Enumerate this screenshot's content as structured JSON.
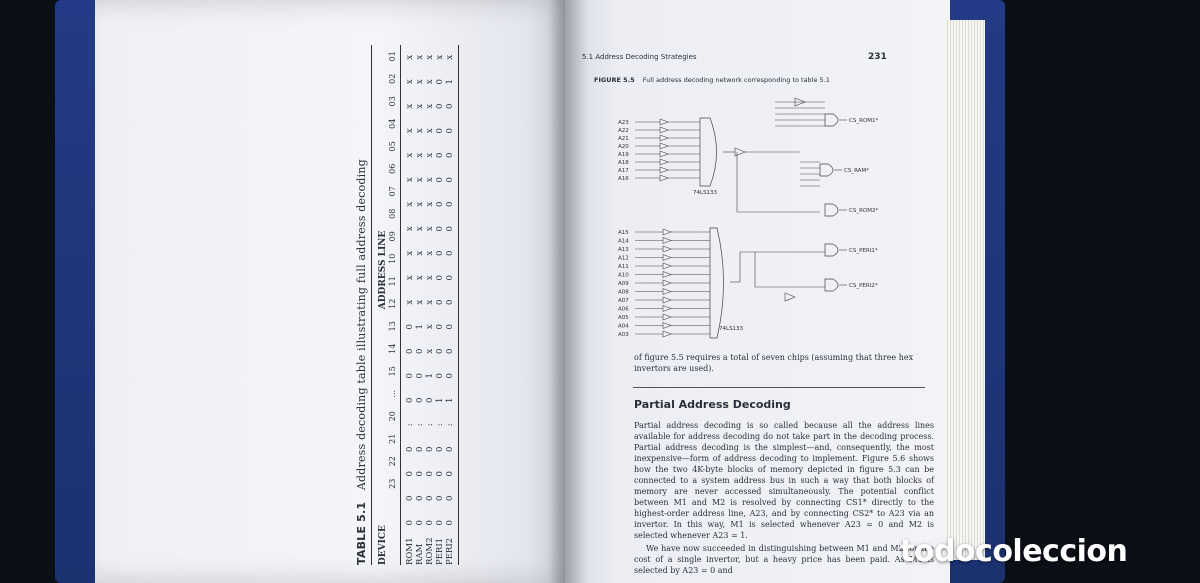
{
  "left_page": {
    "table_label": "TABLE 5.1",
    "table_caption": "Address decoding table illustrating full address decoding",
    "device_header": "DEVICE",
    "address_header": "ADDRESS LINE",
    "columns": [
      "23",
      "22",
      "21",
      "20",
      "...",
      "15",
      "14",
      "13",
      "12",
      "11",
      "10",
      "09",
      "08",
      "07",
      "06",
      "05",
      "04",
      "03",
      "02",
      "01"
    ],
    "rows": [
      {
        "name": "ROM1",
        "cells": [
          "0",
          "0",
          "0",
          "0",
          ":",
          "0",
          "0",
          "0",
          "0",
          "x",
          "x",
          "x",
          "x",
          "x",
          "x",
          "x",
          "x",
          "x",
          "x",
          "x"
        ]
      },
      {
        "name": "RAM",
        "cells": [
          "0",
          "0",
          "0",
          "0",
          ":",
          "0",
          "0",
          "0",
          "1",
          "x",
          "x",
          "x",
          "x",
          "x",
          "x",
          "x",
          "x",
          "x",
          "x",
          "x"
        ]
      },
      {
        "name": "ROM2",
        "cells": [
          "0",
          "0",
          "0",
          "0",
          ":",
          "0",
          "1",
          "x",
          "x",
          "x",
          "x",
          "x",
          "x",
          "x",
          "x",
          "x",
          "x",
          "x",
          "x",
          "x"
        ]
      },
      {
        "name": "PERI1",
        "cells": [
          "0",
          "0",
          "0",
          "0",
          ":",
          "1",
          "0",
          "0",
          "0",
          "0",
          "0",
          "0",
          "0",
          "0",
          "0",
          "0",
          "0",
          "0",
          "0",
          "x"
        ]
      },
      {
        "name": "PERI2",
        "cells": [
          "0",
          "0",
          "0",
          "0",
          ":",
          "1",
          "0",
          "0",
          "0",
          "0",
          "0",
          "0",
          "0",
          "0",
          "0",
          "0",
          "0",
          "0",
          "1",
          "x"
        ]
      }
    ]
  },
  "right_page": {
    "running_head": "5.1  Address Decoding Strategies",
    "page_number": "231",
    "figure_label": "FIGURE 5.5",
    "figure_caption": "Full address decoding network corresponding to table 5.1",
    "diagram": {
      "inputs_top": [
        "A23",
        "A22",
        "A21",
        "A20",
        "A19",
        "A18",
        "A17",
        "A16"
      ],
      "inputs_bottom": [
        "A15",
        "A14",
        "A13",
        "A12",
        "A11",
        "A10",
        "A09",
        "A08",
        "A07",
        "A06",
        "A05",
        "A04",
        "A03"
      ],
      "chip_top": "74LS133",
      "chip_bottom": "74LS133",
      "outputs": [
        "CS_ROM1*",
        "CS_RAM*",
        "CS_ROM2*",
        "CS_PERI1*",
        "CS_PERI2*"
      ]
    },
    "text_before_rule": "of figure 5.5 requires a total of seven chips (assuming that three hex invertors are used).",
    "section_heading": "Partial Address Decoding",
    "paragraph1": "Partial address decoding is so called because all the address lines available for address decoding do not take part in the decoding process. Partial address decoding is the simplest—and, consequently, the most inexpensive—form of address decoding to implement. Figure 5.6 shows how the two 4K-byte blocks of memory depicted in figure 5.3 can be connected to a system address bus in such a way that both blocks of memory are never accessed simultaneously. The potential conflict between M1 and M2 is resolved by connecting CS1* directly to the highest-order address line, A23, and by connecting CS2* to A23 via an invertor. In this way, M1 is selected whenever A23 = 0 and M2 is selected whenever A23 = 1.",
    "paragraph2": "We have now succeeded in distinguishing between M1 and M2 for the cost of a single invertor, but a heavy price has been paid. As M1 is selected by A23 = 0 and"
  },
  "watermark": "todocoleccion"
}
